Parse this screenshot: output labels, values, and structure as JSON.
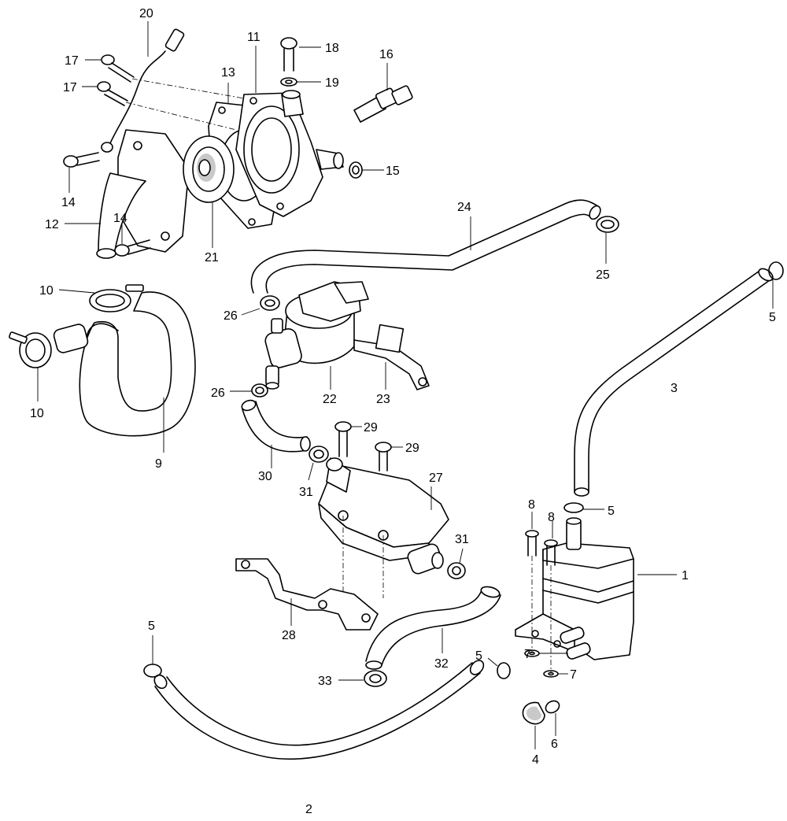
{
  "diagram": {
    "type": "exploded-parts-diagram",
    "line_color": "#000000",
    "background": "#ffffff",
    "callouts": [
      {
        "id": "c1",
        "label": "1"
      },
      {
        "id": "c2",
        "label": "2"
      },
      {
        "id": "c3",
        "label": "3"
      },
      {
        "id": "c4",
        "label": "4"
      },
      {
        "id": "c5a",
        "label": "5"
      },
      {
        "id": "c5b",
        "label": "5"
      },
      {
        "id": "c5c",
        "label": "5"
      },
      {
        "id": "c5d",
        "label": "5"
      },
      {
        "id": "c6",
        "label": "6"
      },
      {
        "id": "c7a",
        "label": "7"
      },
      {
        "id": "c7b",
        "label": "7"
      },
      {
        "id": "c8a",
        "label": "8"
      },
      {
        "id": "c8b",
        "label": "8"
      },
      {
        "id": "c9",
        "label": "9"
      },
      {
        "id": "c10a",
        "label": "10"
      },
      {
        "id": "c10b",
        "label": "10"
      },
      {
        "id": "c11",
        "label": "11"
      },
      {
        "id": "c12",
        "label": "12"
      },
      {
        "id": "c13",
        "label": "13"
      },
      {
        "id": "c14a",
        "label": "14"
      },
      {
        "id": "c14b",
        "label": "14"
      },
      {
        "id": "c15",
        "label": "15"
      },
      {
        "id": "c16",
        "label": "16"
      },
      {
        "id": "c17a",
        "label": "17"
      },
      {
        "id": "c17b",
        "label": "17"
      },
      {
        "id": "c18",
        "label": "18"
      },
      {
        "id": "c19",
        "label": "19"
      },
      {
        "id": "c20",
        "label": "20"
      },
      {
        "id": "c21",
        "label": "21"
      },
      {
        "id": "c22",
        "label": "22"
      },
      {
        "id": "c23",
        "label": "23"
      },
      {
        "id": "c24",
        "label": "24"
      },
      {
        "id": "c25",
        "label": "25"
      },
      {
        "id": "c26a",
        "label": "26"
      },
      {
        "id": "c26b",
        "label": "26"
      },
      {
        "id": "c27",
        "label": "27"
      },
      {
        "id": "c28",
        "label": "28"
      },
      {
        "id": "c29a",
        "label": "29"
      },
      {
        "id": "c29b",
        "label": "29"
      },
      {
        "id": "c30",
        "label": "30"
      },
      {
        "id": "c31a",
        "label": "31"
      },
      {
        "id": "c31b",
        "label": "31"
      },
      {
        "id": "c32",
        "label": "32"
      },
      {
        "id": "c33",
        "label": "33"
      }
    ]
  }
}
